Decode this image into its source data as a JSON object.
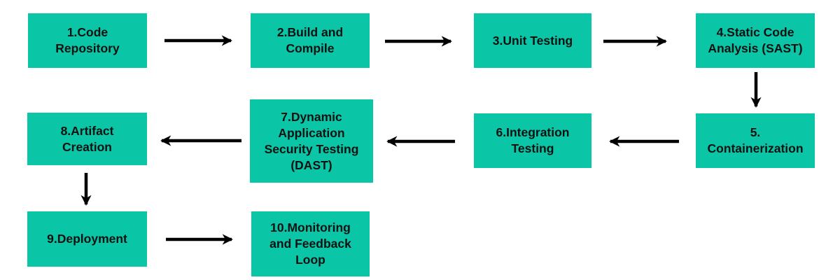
{
  "colors": {
    "background": "#ffffff",
    "node_fill": "#0ac6a6",
    "node_text": "#111111",
    "arrow": "#000000"
  },
  "flowchart": {
    "description": "CI/CD pipeline flow of 10 steps",
    "nodes": [
      {
        "id": "1",
        "label": [
          "1.Code",
          "Repository"
        ]
      },
      {
        "id": "2",
        "label": [
          "2.Build and",
          "Compile"
        ]
      },
      {
        "id": "3",
        "label": [
          "3.Unit Testing"
        ]
      },
      {
        "id": "4",
        "label": [
          "4.Static Code",
          "Analysis (SAST)"
        ]
      },
      {
        "id": "5",
        "label": [
          "5.",
          "Containerization"
        ]
      },
      {
        "id": "6",
        "label": [
          "6.Integration",
          "Testing"
        ]
      },
      {
        "id": "7",
        "label": [
          "7.Dynamic",
          "Application",
          "Security Testing",
          "(DAST)"
        ]
      },
      {
        "id": "8",
        "label": [
          "8.Artifact",
          "Creation"
        ]
      },
      {
        "id": "9",
        "label": [
          "9.Deployment"
        ]
      },
      {
        "id": "10",
        "label": [
          "10.Monitoring",
          "and Feedback",
          "Loop"
        ]
      }
    ],
    "connections": [
      {
        "from": "1",
        "to": "2",
        "direction": "right"
      },
      {
        "from": "2",
        "to": "3",
        "direction": "right"
      },
      {
        "from": "3",
        "to": "4",
        "direction": "right"
      },
      {
        "from": "4",
        "to": "5",
        "direction": "down"
      },
      {
        "from": "5",
        "to": "6",
        "direction": "left"
      },
      {
        "from": "6",
        "to": "7",
        "direction": "left"
      },
      {
        "from": "7",
        "to": "8",
        "direction": "left"
      },
      {
        "from": "8",
        "to": "9",
        "direction": "down"
      },
      {
        "from": "9",
        "to": "10",
        "direction": "right"
      }
    ]
  }
}
